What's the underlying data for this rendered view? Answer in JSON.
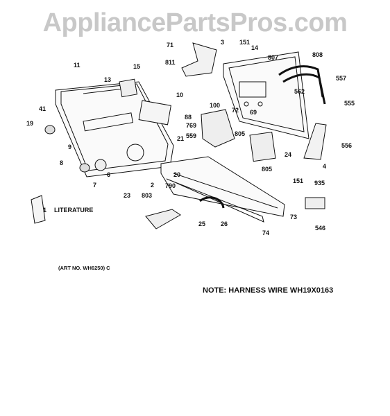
{
  "watermark": "AppliancePartsPros.com",
  "labels": {
    "p71": "71",
    "p3": "3",
    "p151a": "151",
    "p14": "14",
    "p807": "807",
    "p808": "808",
    "p11": "11",
    "p811": "811",
    "p15": "15",
    "p13": "13",
    "p557": "557",
    "p10": "10",
    "p562": "562",
    "p72": "72",
    "p555": "555",
    "p41": "41",
    "p100": "100",
    "p69": "69",
    "p88": "88",
    "p769": "769",
    "p19": "19",
    "p559": "559",
    "p805a": "805",
    "p21": "21",
    "p556": "556",
    "p9": "9",
    "p24": "24",
    "p4": "4",
    "p8": "8",
    "p6": "6",
    "p20": "20",
    "p805b": "805",
    "p7": "7",
    "p2": "2",
    "p151b": "151",
    "p935": "935",
    "p790": "790",
    "p23": "23",
    "p803": "803",
    "p1": "1",
    "p73": "73",
    "p25": "25",
    "p26": "26",
    "p546": "546",
    "p74": "74"
  },
  "literature_label": "LITERATURE",
  "art_no": "(ART NO. WH6250) C",
  "note": "NOTE: HARNESS WIRE WH19X0163"
}
